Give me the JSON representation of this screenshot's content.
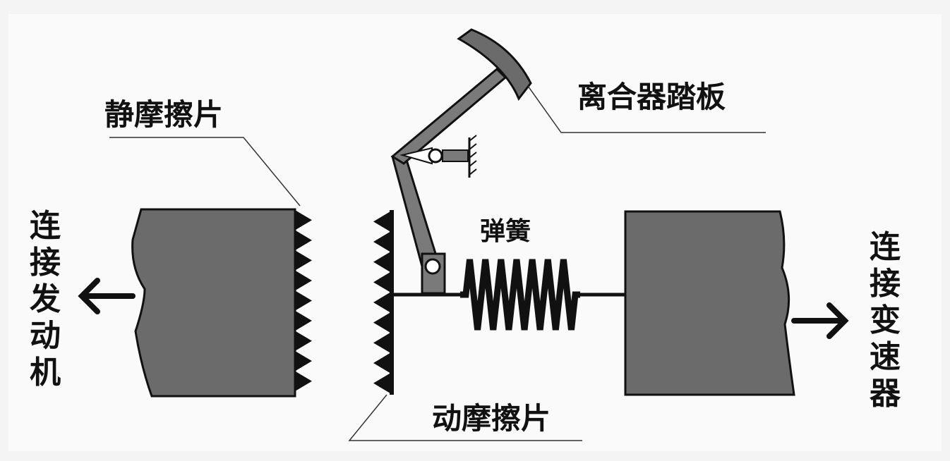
{
  "labels": {
    "static_plate": "静摩擦片",
    "pedal": "离合器踏板",
    "spring": "弹簧",
    "dynamic_plate": "动摩擦片",
    "to_engine": [
      "连",
      "接",
      "发",
      "动",
      "机"
    ],
    "to_gearbox": [
      "连",
      "接",
      "变",
      "速",
      "器"
    ]
  },
  "colors": {
    "block": "#6b6b6b",
    "ink": "#111111",
    "background": "#f4f4f4"
  }
}
